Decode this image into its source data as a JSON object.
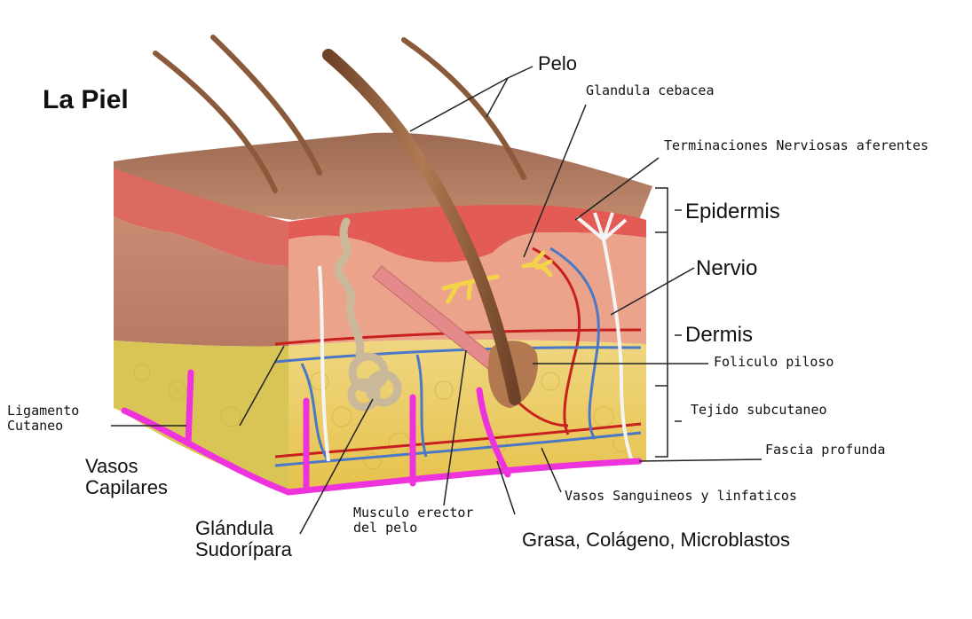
{
  "title": "La Piel",
  "labels": {
    "pelo": "Pelo",
    "glandula_cebacea": "Glandula cebacea",
    "terminaciones": "Terminaciones Nerviosas aferentes",
    "epidermis": "Epidermis",
    "nervio": "Nervio",
    "dermis": "Dermis",
    "foliculo": "Foliculo piloso",
    "tejido": "Tejido subcutaneo",
    "fascia": "Fascia profunda",
    "vasos_sanguineos": "Vasos Sanguineos y linfaticos",
    "ligamento": "Ligamento Cutaneo",
    "vasos_capilares": "Vasos Capilares",
    "glandula_sudoripara": "Glándula Sudorípara",
    "musculo": "Musculo erector del pelo",
    "grasa": "Grasa, Colágeno, Microblastos"
  },
  "colors": {
    "epidermis_top": "#b57a5f",
    "epidermis_red": "#e0605a",
    "dermis": "#e8a58c",
    "subcutaneous": "#e8d070",
    "fascia": "#ee33dd",
    "hair": "#8a5a3a",
    "artery": "#cc2222",
    "vein": "#4477cc"
  }
}
